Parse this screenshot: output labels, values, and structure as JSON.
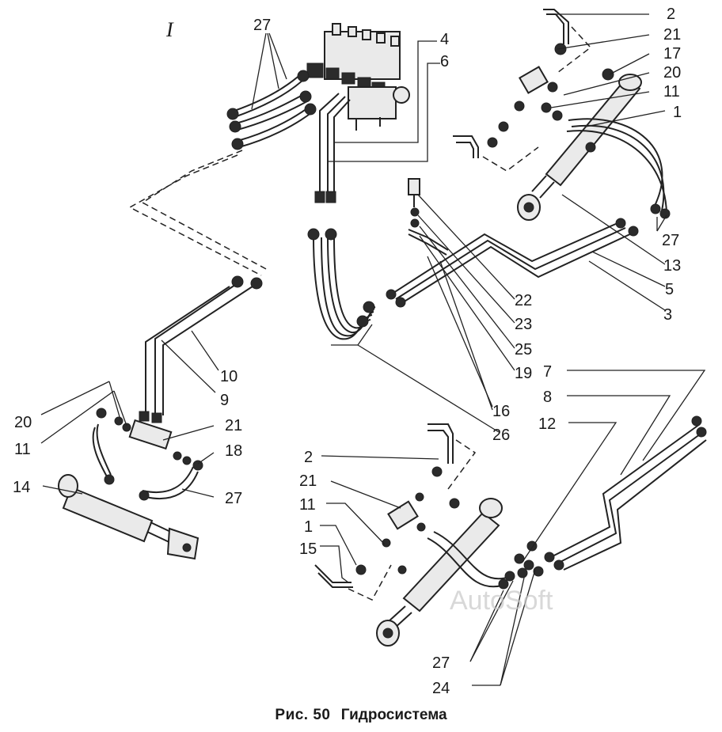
{
  "figure": {
    "section_mark": "I",
    "caption_number": "Рис. 50",
    "caption_title": "Гидросистема",
    "watermark": "AutoSoft"
  },
  "callouts": {
    "c27_top": "27",
    "c2_tr": "2",
    "c4": "4",
    "c6": "6",
    "c21_tr": "21",
    "c17": "17",
    "c20_tr": "20",
    "c11_tr": "11",
    "c1_tr": "1",
    "c27_r": "27",
    "c13": "13",
    "c5": "5",
    "c3": "3",
    "c22": "22",
    "c23": "23",
    "c25": "25",
    "c19": "19",
    "c16": "16",
    "c26": "26",
    "c10": "10",
    "c9": "9",
    "c20_l": "20",
    "c11_l": "11",
    "c21_l": "21",
    "c18": "18",
    "c14": "14",
    "c27_l": "27",
    "c7": "7",
    "c8": "8",
    "c12": "12",
    "c2_b": "2",
    "c21_b": "21",
    "c11_b": "11",
    "c1_b": "1",
    "c15": "15",
    "c27_b": "27",
    "c24": "24"
  }
}
